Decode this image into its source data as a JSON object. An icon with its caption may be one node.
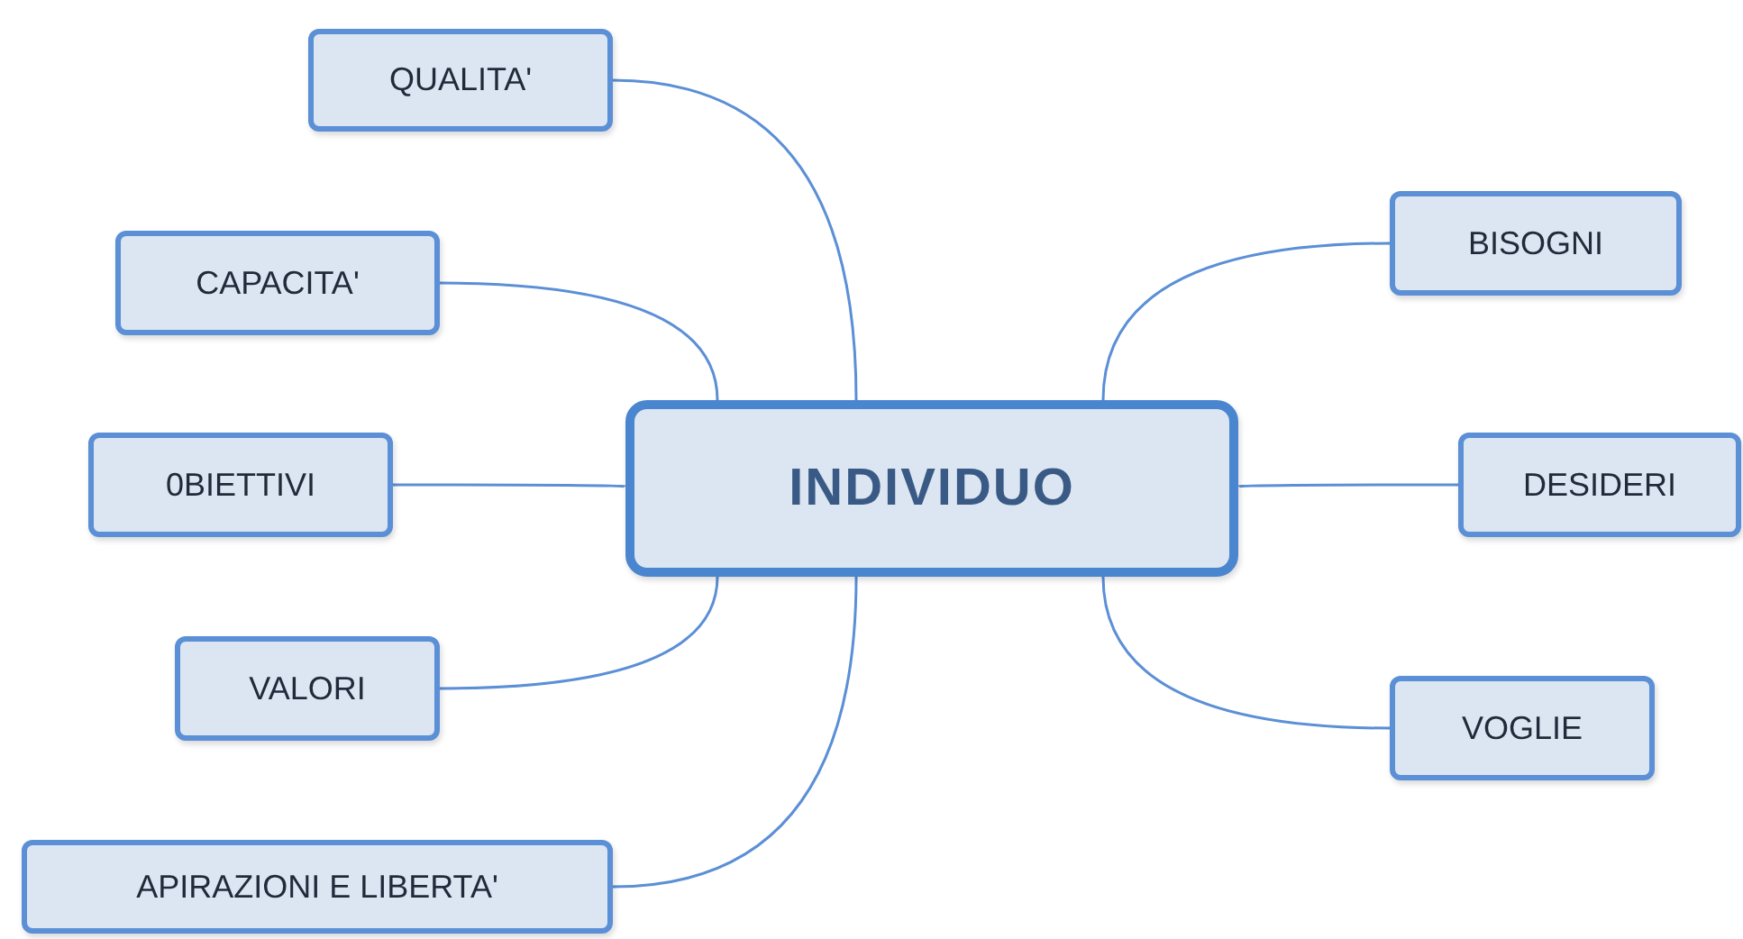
{
  "diagram": {
    "nodes": [
      {
        "text": [
          "INDIVIDUO"
        ]
      },
      {
        "text": [
          "QUALITA'"
        ]
      },
      {
        "text": [
          "CAPACITA'"
        ]
      },
      {
        "text": [
          "0BIETTIVI"
        ]
      },
      {
        "text": [
          "VALORI"
        ]
      },
      {
        "text": [
          "APIRAZIONI E LIBERTA'"
        ]
      },
      {
        "text": [
          "BISOGNI"
        ]
      },
      {
        "text": [
          "DESIDERI"
        ]
      },
      {
        "text": [
          "VOGLIE"
        ]
      }
    ],
    "edges": [
      {
        "from": 0,
        "to": 1,
        "arrow": "none"
      },
      {
        "from": 0,
        "to": 2,
        "arrow": "none"
      },
      {
        "from": 0,
        "to": 3,
        "arrow": "none"
      },
      {
        "from": 0,
        "to": 4,
        "arrow": "none"
      },
      {
        "from": 0,
        "to": 5,
        "arrow": "none"
      },
      {
        "from": 0,
        "to": 6,
        "arrow": "none"
      },
      {
        "from": 0,
        "to": 7,
        "arrow": "none"
      },
      {
        "from": 0,
        "to": 8,
        "arrow": "none"
      }
    ]
  }
}
